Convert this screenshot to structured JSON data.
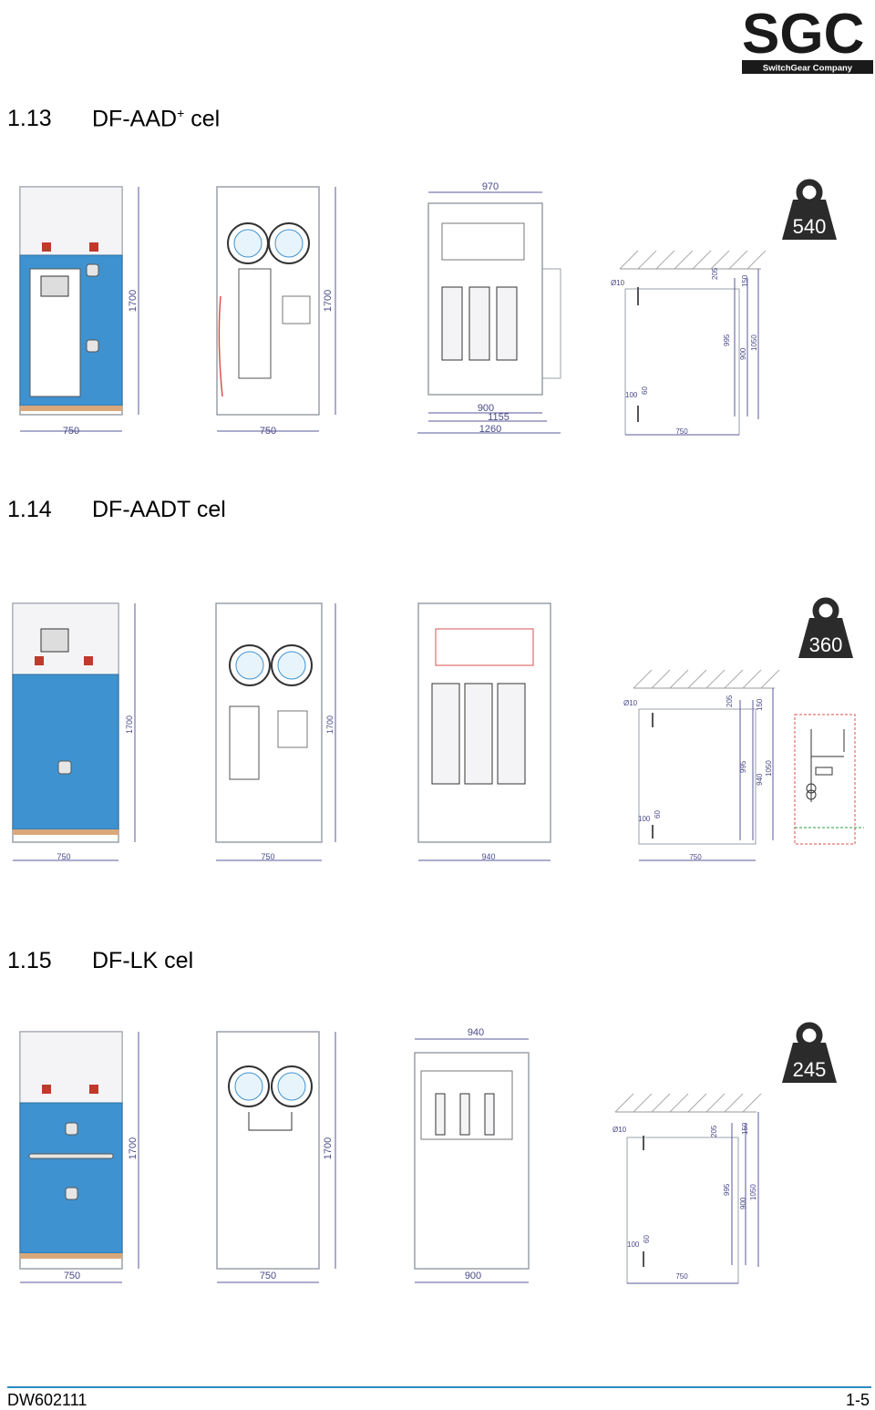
{
  "logo": {
    "brand": "SGC",
    "tagline": "SwitchGear Company",
    "accent_color": "#1a1a1a"
  },
  "sections": [
    {
      "number": "1.13",
      "title_main": "DF-AAD",
      "title_sup": "+",
      "title_suffix": " cel",
      "weight": "540",
      "front_width": "750",
      "front_height": "1700",
      "side_width": "750",
      "side_height": "1700",
      "plan_top": "970",
      "plan_mid": "900",
      "plan_lower": "1155",
      "plan_bottom": "1260",
      "floor_hole": "Ø10",
      "floor_dims": [
        "205",
        "150",
        "995",
        "900",
        "1050",
        "100",
        "60",
        "750"
      ]
    },
    {
      "number": "1.14",
      "title_main": "DF-AADT cel",
      "weight": "360",
      "front_width": "750",
      "front_height": "1700",
      "side_width": "750",
      "side_height": "1700",
      "plan_bottom": "940",
      "floor_hole": "Ø10",
      "floor_dims": [
        "205",
        "150",
        "995",
        "940",
        "1050",
        "100",
        "60",
        "750"
      ]
    },
    {
      "number": "1.15",
      "title_main": "DF-LK cel",
      "weight": "245",
      "front_width": "750",
      "front_height": "1700",
      "side_width": "750",
      "side_height": "1700",
      "plan_top": "940",
      "plan_bottom": "900",
      "floor_hole": "Ø10",
      "floor_dims": [
        "205",
        "150",
        "995",
        "900",
        "1050",
        "100",
        "60",
        "750"
      ]
    }
  ],
  "colors": {
    "panel_blue": "#3f92d0",
    "frame_gray": "#c8cad0",
    "relay_red": "#c0392b",
    "dim_line": "#5a5a9a",
    "footer_line": "#2b8ac4"
  },
  "footer": {
    "doc_id": "DW602111",
    "page": "1-5"
  }
}
